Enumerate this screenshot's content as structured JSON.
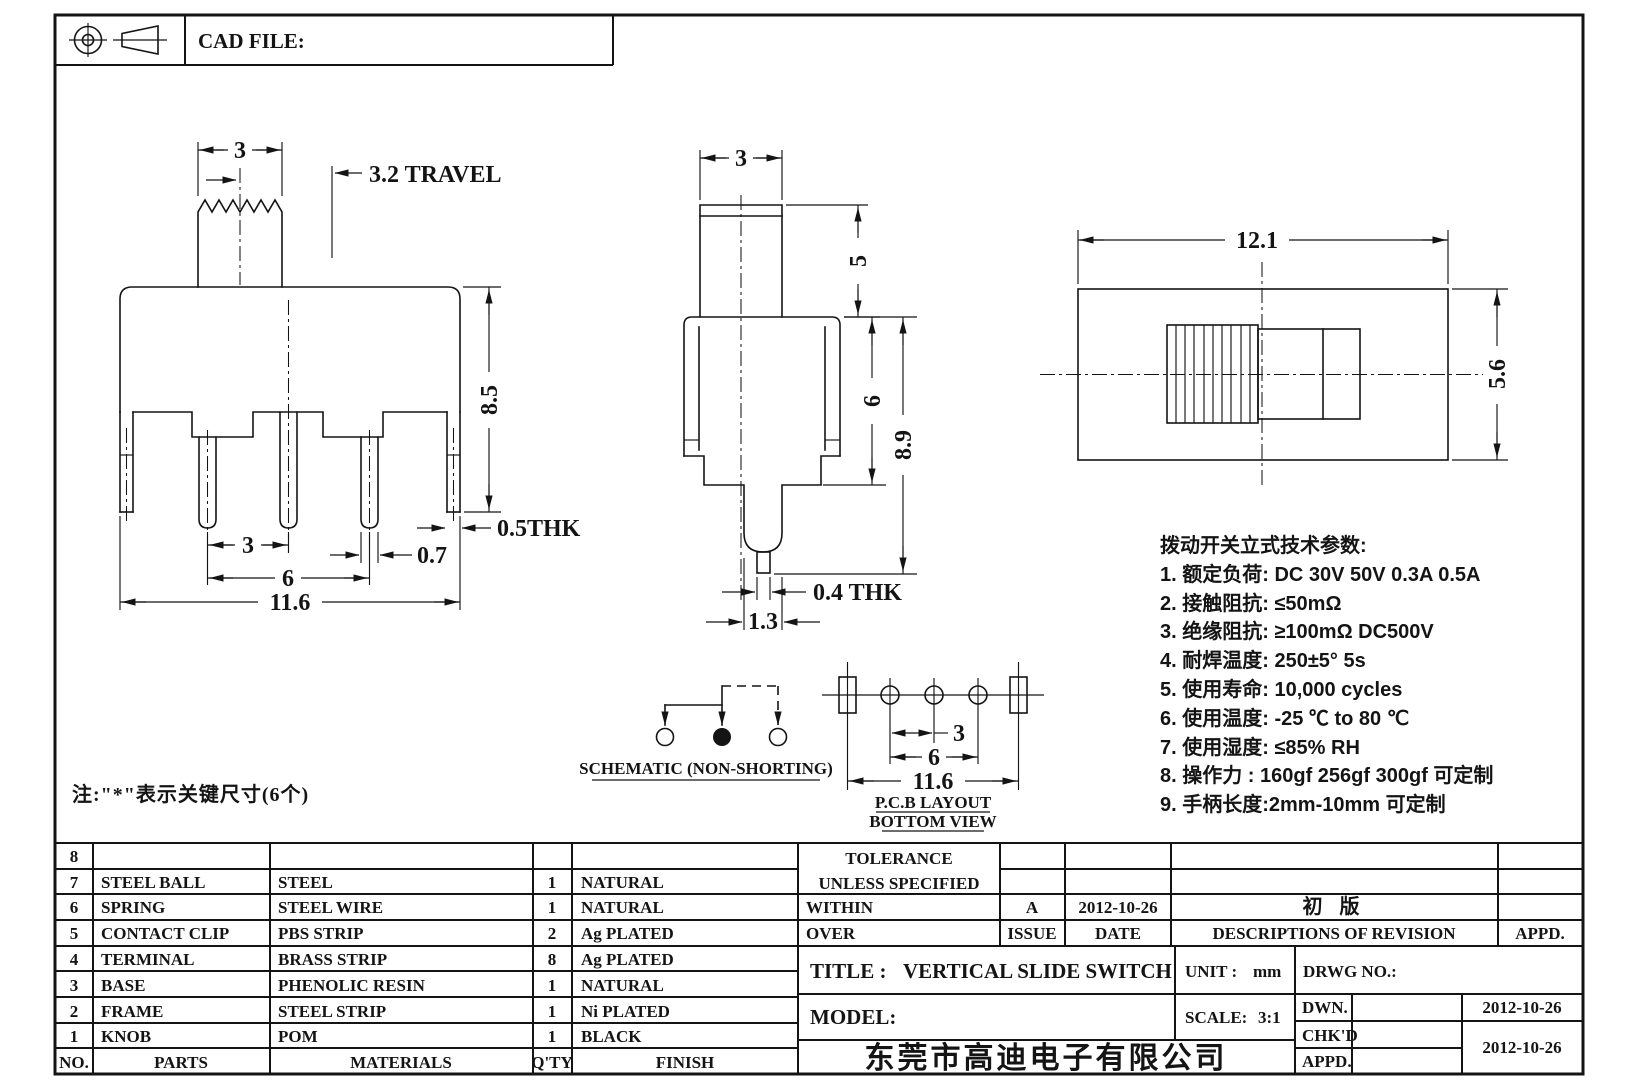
{
  "header": {
    "cad_file": "CAD FILE:"
  },
  "note": "注:\"*\"表示关键尺寸(6个)",
  "views": {
    "front": {
      "knob_width": "3",
      "travel": "3.2 TRAVEL",
      "height": "8.5",
      "pin_pitch": "3",
      "pin_span": "6",
      "pin_width": "0.7",
      "frame_thk": "0.5THK",
      "total_width": "11.6"
    },
    "side": {
      "knob_width": "3",
      "knob_height": "5",
      "body_height": "6",
      "total_height": "8.9",
      "pin_thk": "0.4 THK",
      "pin_width": "1.3"
    },
    "top": {
      "width": "12.1",
      "height": "5.6"
    }
  },
  "schematic": {
    "label": "SCHEMATIC (NON-SHORTING)"
  },
  "pcb": {
    "pitch": "3",
    "span": "6",
    "total_width": "11.6",
    "label_line1": "P.C.B LAYOUT",
    "label_line2": "BOTTOM VIEW"
  },
  "tech_params": {
    "title": "拨动开关立式技术参数:",
    "items": [
      "1.  额定负荷: DC 30V    50V    0.3A    0.5A",
      "2.  接触阻抗:  ≤50mΩ",
      "3.  绝缘阻抗:  ≥100mΩ   DC500V",
      "4.  耐焊温度: 250±5°  5s",
      "5.  使用寿命: 10,000 cycles",
      "6.  使用温度: -25 ℃  to 80 ℃",
      "7.  使用湿度:  ≤85% RH",
      "8.  操作力 : 160gf   256gf   300gf  可定制",
      "9.  手柄长度:2mm-10mm  可定制"
    ]
  },
  "parts_table": {
    "headers": {
      "no": "NO.",
      "parts": "PARTS",
      "materials": "MATERIALS",
      "qty": "Q'TY",
      "finish": "FINISH"
    },
    "rows": [
      {
        "no": "8",
        "part": "",
        "material": "",
        "qty": "",
        "finish": ""
      },
      {
        "no": "7",
        "part": "STEEL BALL",
        "material": "STEEL",
        "qty": "1",
        "finish": "NATURAL"
      },
      {
        "no": "6",
        "part": "SPRING",
        "material": "STEEL WIRE",
        "qty": "1",
        "finish": "NATURAL"
      },
      {
        "no": "5",
        "part": "CONTACT CLIP",
        "material": "PBS STRIP",
        "qty": "2",
        "finish": "Ag PLATED"
      },
      {
        "no": "4",
        "part": "TERMINAL",
        "material": "BRASS STRIP",
        "qty": "8",
        "finish": "Ag PLATED"
      },
      {
        "no": "3",
        "part": "BASE",
        "material": "PHENOLIC RESIN",
        "qty": "1",
        "finish": "NATURAL"
      },
      {
        "no": "2",
        "part": "FRAME",
        "material": "STEEL STRIP",
        "qty": "1",
        "finish": "Ni PLATED"
      },
      {
        "no": "1",
        "part": "KNOB",
        "material": "POM",
        "qty": "1",
        "finish": "BLACK"
      }
    ]
  },
  "tolerance": {
    "line1": "TOLERANCE",
    "line2": "UNLESS   SPECIFIED",
    "within": "WITHIN",
    "over": "OVER"
  },
  "revision": {
    "issue": "A",
    "date": "2012-10-26",
    "description": "初  版",
    "headers": {
      "issue": "ISSUE",
      "date": "DATE",
      "description": "DESCRIPTIONS OF REVISION",
      "appd": "APPD."
    }
  },
  "title_block": {
    "title_label": "TITLE :",
    "title_value": "VERTICAL SLIDE SWITCH",
    "unit_label": "UNIT :",
    "unit_value": "mm",
    "drwg_label": "DRWG NO.:",
    "model_label": "MODEL:",
    "scale_label": "SCALE:",
    "scale_value": "3:1",
    "company": "东莞市高迪电子有限公司",
    "dwn_label": "DWN.",
    "chkd_label": "CHK'D",
    "appd_label": "APPD.",
    "dwn_date": "2012-10-26",
    "approval_date": "2012-10-26"
  },
  "colors": {
    "ink": "#141414",
    "paper": "#ffffff"
  }
}
